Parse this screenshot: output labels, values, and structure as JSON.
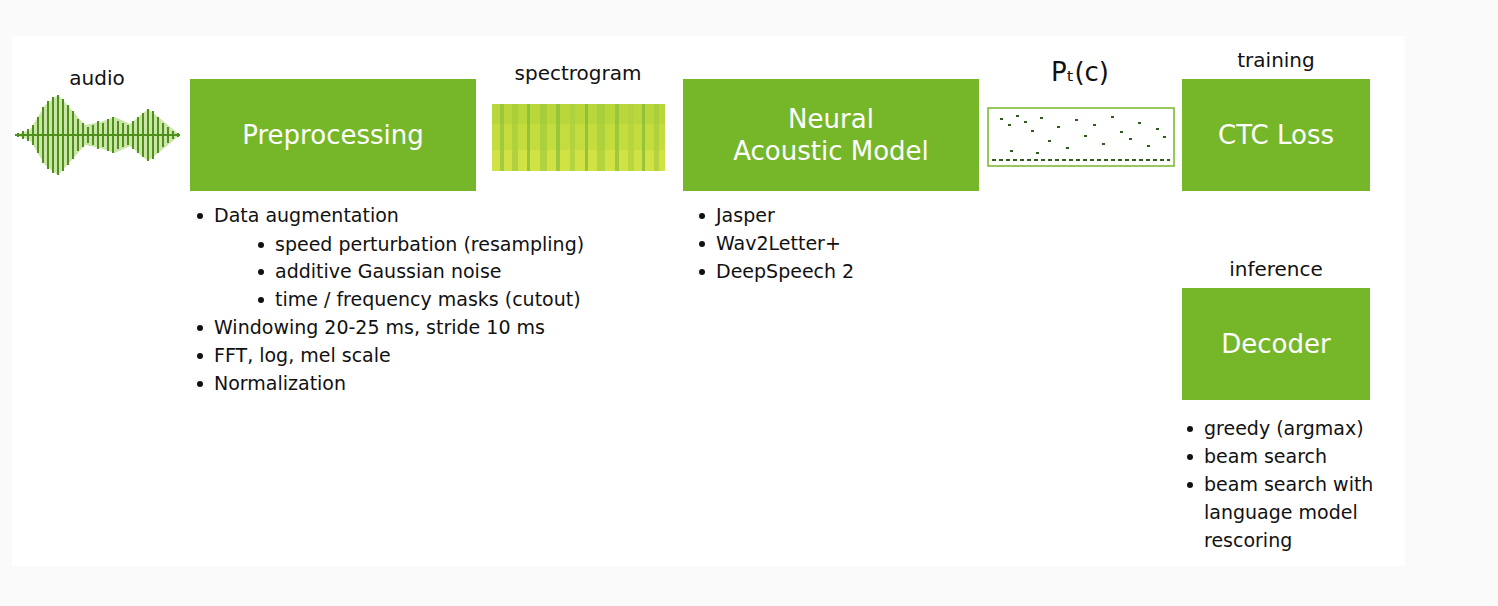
{
  "diagram": {
    "nodes": [
      {
        "text": [
          "Preprocessing"
        ]
      },
      {
        "text": [
          "Neural Acoustic Model"
        ]
      },
      {
        "text": [
          "training",
          "CTC Loss"
        ]
      },
      {
        "text": [
          "inference",
          "Decoder"
        ]
      }
    ],
    "labels": [
      "audio",
      "spectrogram",
      "Pₜ(c)",
      "Data augmentation",
      "speed perturbation (resampling)",
      "additive Gaussian noise",
      "time / frequency masks (cutout)",
      "Windowing 20-25 ms, stride 10 ms",
      "FFT, log, mel scale",
      "Normalization",
      "Jasper",
      "Wav2Letter+",
      "DeepSpeech 2",
      "greedy (argmax)",
      "beam search",
      "beam search with language model rescoring"
    ]
  }
}
